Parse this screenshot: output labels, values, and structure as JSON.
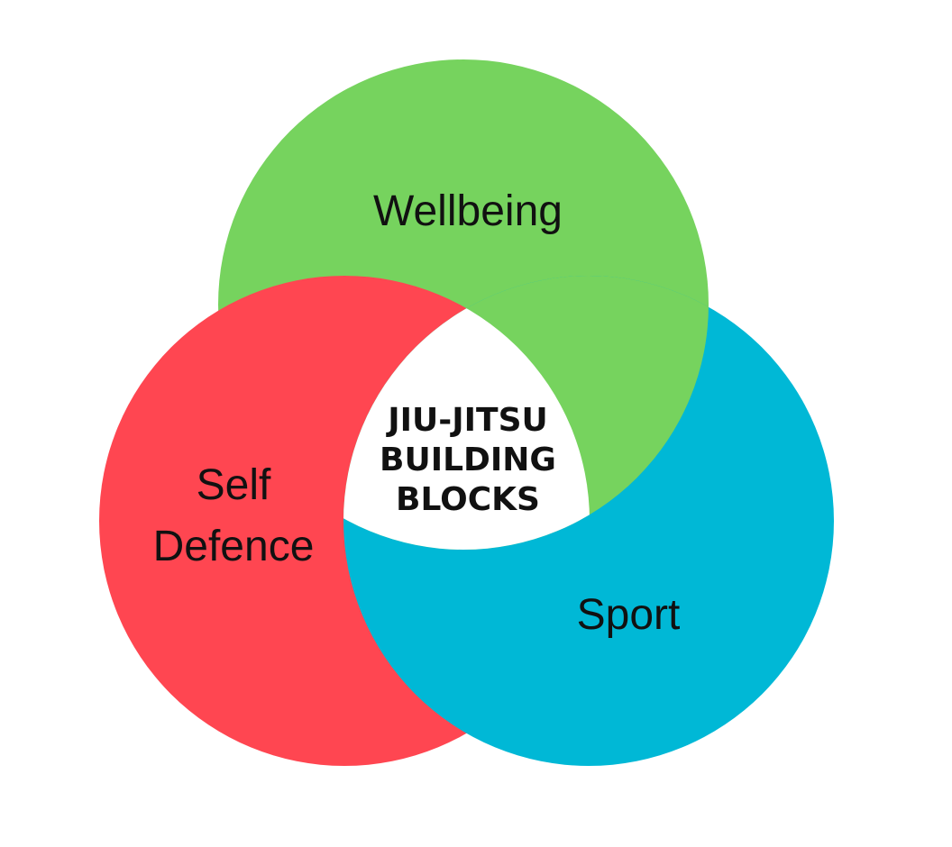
{
  "diagram": {
    "type": "venn",
    "center": {
      "lines": [
        "JIU-JITSU",
        "BUILDING",
        "BLOCKS"
      ]
    },
    "sets": {
      "wellbeing": {
        "label": "Wellbeing",
        "color": "#76d35e"
      },
      "self_defence": {
        "label_lines": [
          "Self",
          "Defence"
        ],
        "color": "#ff4651"
      },
      "sport": {
        "label": "Sport",
        "color": "#00b8d6"
      }
    },
    "center_color": "#ffffff"
  }
}
